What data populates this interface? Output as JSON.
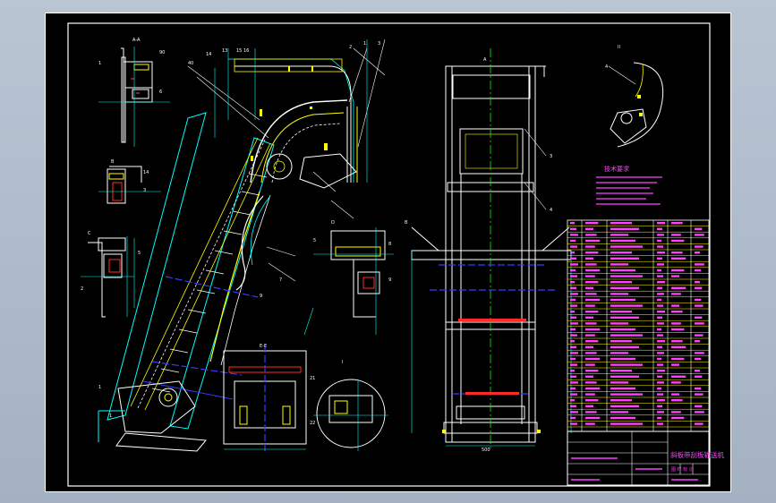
{
  "drawing": {
    "notes_title": "技术要求",
    "title_block": {
      "title": "斜板带刮板输送机",
      "subtitle": "图 样 标 记"
    },
    "colors": {
      "background": "#000000",
      "frame": "#ffffff",
      "cyan": "#00ffff",
      "yellow": "#ffff00",
      "magenta": "#ff40ff",
      "green": "#00ff00",
      "blue": "#3a3aff",
      "red": "#ff2a2a",
      "viewport": "#b0bccb"
    }
  }
}
